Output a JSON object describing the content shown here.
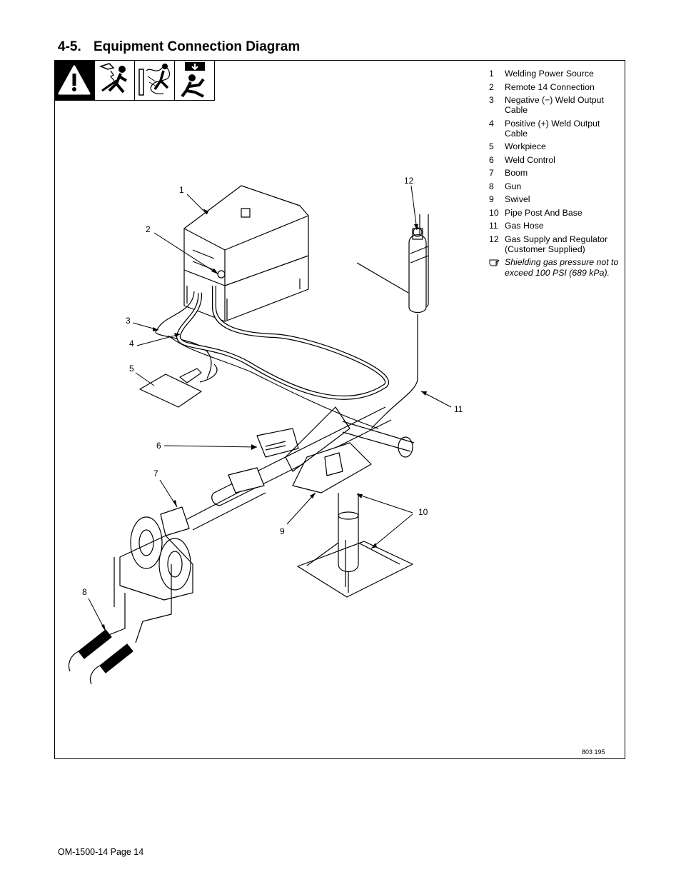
{
  "header": {
    "section_number": "4-5.",
    "section_title": "Equipment Connection Diagram"
  },
  "legend": [
    {
      "num": "1",
      "label": "Welding Power Source"
    },
    {
      "num": "2",
      "label": "Remote 14 Connection"
    },
    {
      "num": "3",
      "label": "Negative (−) Weld Output Cable"
    },
    {
      "num": "4",
      "label": "Positive (+) Weld Output Cable"
    },
    {
      "num": "5",
      "label": "Workpiece"
    },
    {
      "num": "6",
      "label": "Weld Control"
    },
    {
      "num": "7",
      "label": "Boom"
    },
    {
      "num": "8",
      "label": "Gun"
    },
    {
      "num": "9",
      "label": "Swivel"
    },
    {
      "num": "10",
      "label": "Pipe Post And Base"
    },
    {
      "num": "11",
      "label": "Gas Hose"
    },
    {
      "num": "12",
      "label": "Gas Supply and Regulator (Customer Supplied)"
    }
  ],
  "note": {
    "icon": "pointing-hand-icon",
    "text": "Shielding gas pressure not to exceed 100 PSI (689 kPa)."
  },
  "callouts": [
    "1",
    "2",
    "3",
    "4",
    "5",
    "6",
    "7",
    "8",
    "9",
    "10",
    "11",
    "12"
  ],
  "figure_id": "803 195",
  "footer": {
    "page_label": "OM-1500-14 Page 14"
  }
}
